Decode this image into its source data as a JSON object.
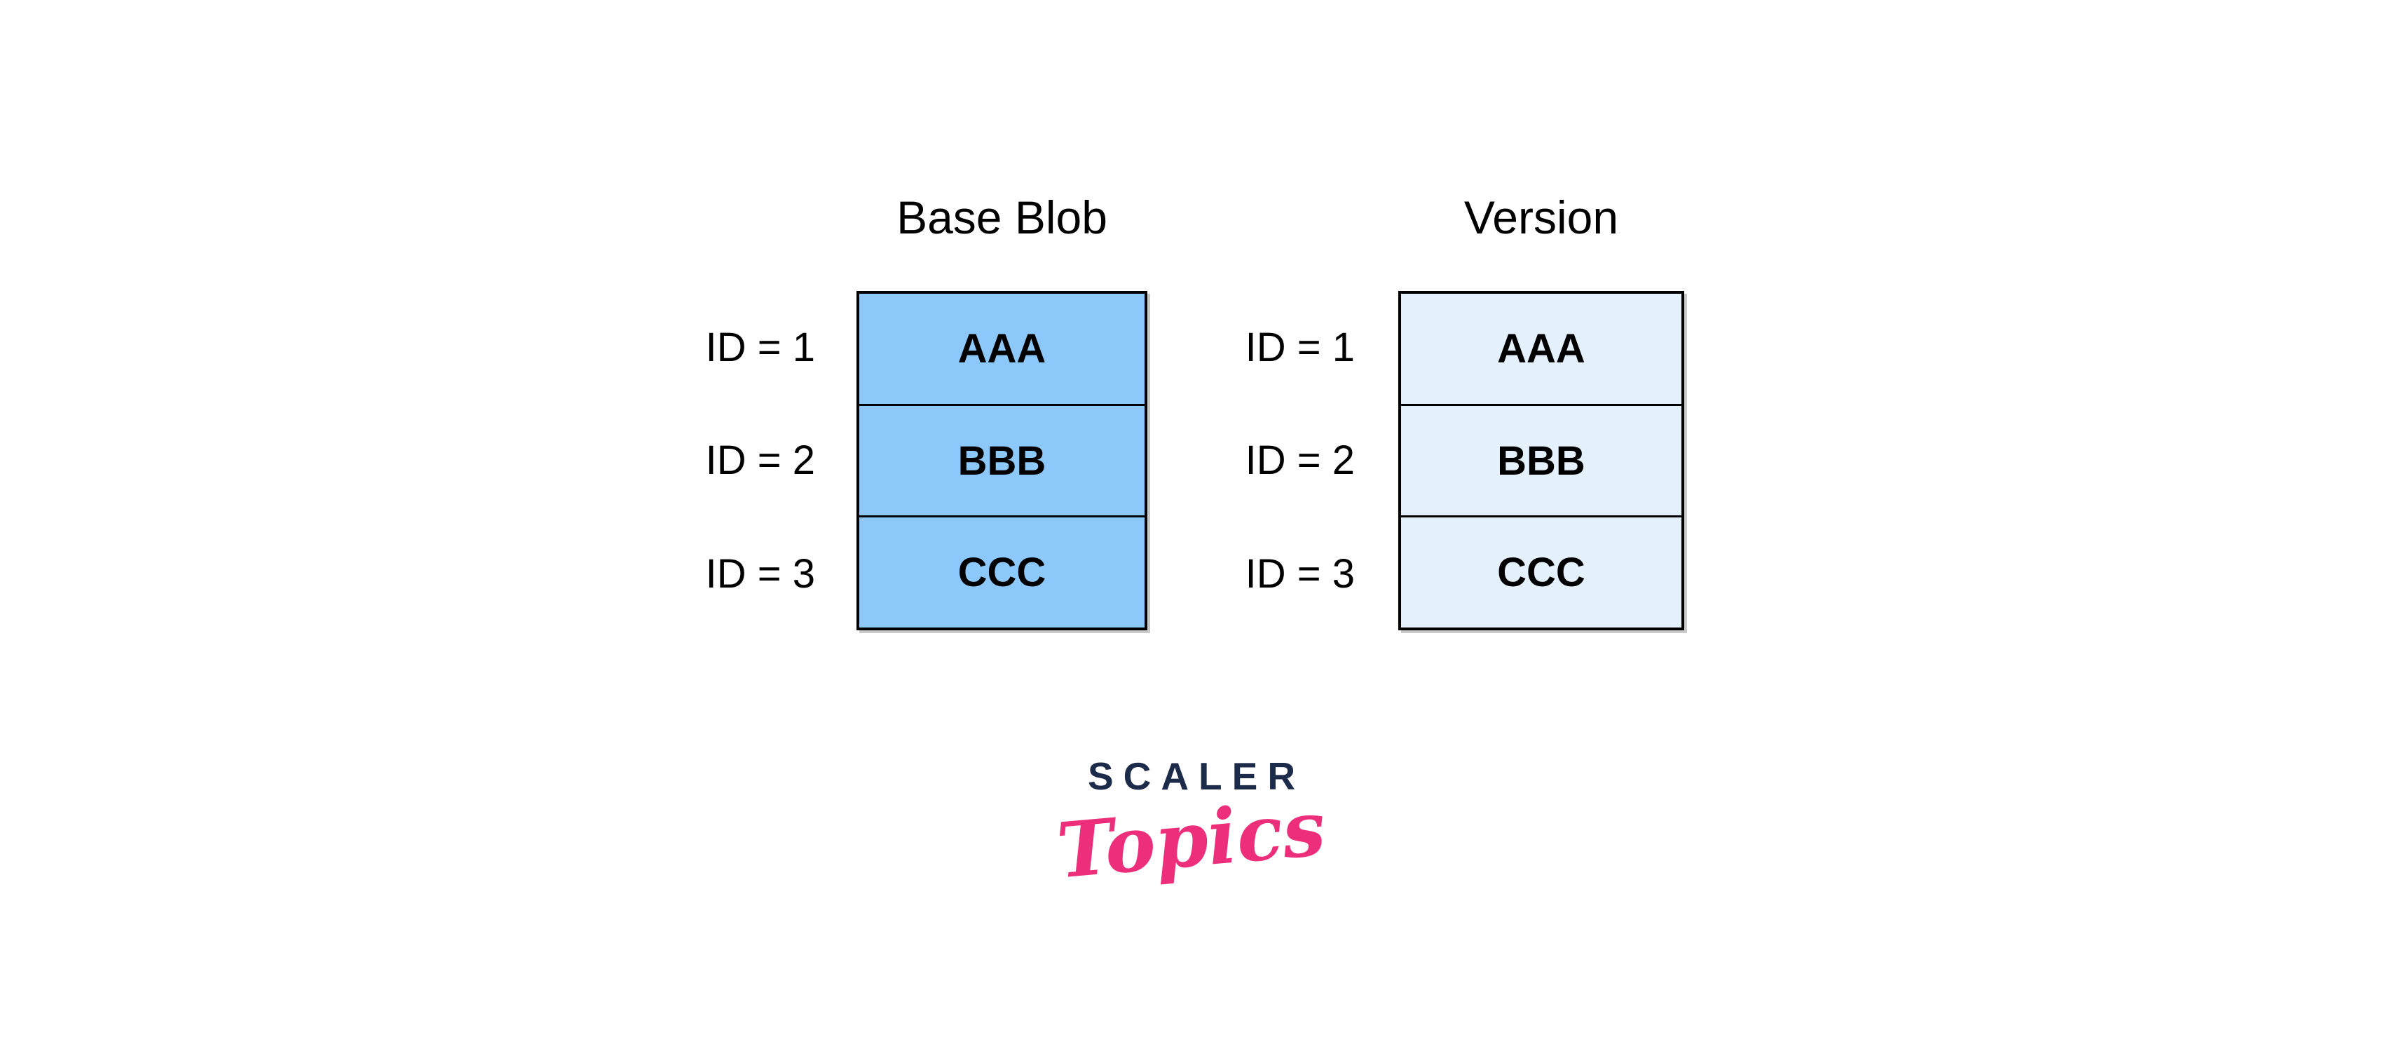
{
  "page": {
    "background_color": "#ffffff"
  },
  "diagram": {
    "base_blob": {
      "title": "Base Blob",
      "fill_color": "#8CC8F9",
      "border_color": "#000000",
      "row_labels": [
        "ID = 1",
        "ID = 2",
        "ID = 3"
      ],
      "cells": [
        "AAA",
        "BBB",
        "CCC"
      ]
    },
    "version": {
      "title": "Version",
      "fill_color": "#E4F0FB",
      "border_color": "#000000",
      "row_labels": [
        "ID = 1",
        "ID = 2",
        "ID = 3"
      ],
      "cells": [
        "AAA",
        "BBB",
        "CCC"
      ]
    }
  },
  "logo": {
    "brand_text": "SCALER",
    "sub_text": "Topics",
    "brand_color": "#1C2B4A",
    "sub_color": "#ED2F7B"
  }
}
